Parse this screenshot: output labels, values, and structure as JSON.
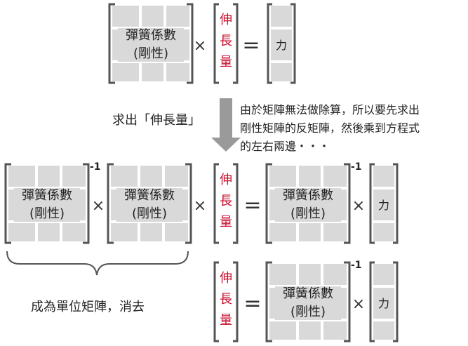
{
  "matrix_K": {
    "line1": "彈簧係數",
    "line2": "(剛性)"
  },
  "vector_x": [
    "伸",
    "長",
    "量"
  ],
  "vector_F": "力",
  "inverse_sup": "-1",
  "ops": {
    "times": "×",
    "equals": "="
  },
  "step_label": "求出「伸長量」",
  "note_lines": [
    "由於矩陣無法做除算，所以要先求出",
    "剛性矩陣的反矩陣，然後乘到方程式",
    "的左右兩邊・・・"
  ],
  "cancel_label": "成為單位矩陣，消去",
  "colors": {
    "red": "#c8102e",
    "gray_fill": "#d9d9d9",
    "bracket": "#555555",
    "arrow": "#9a9a9a"
  }
}
